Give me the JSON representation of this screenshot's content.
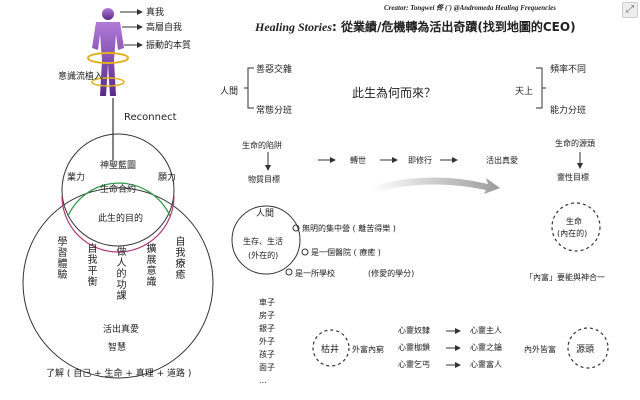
{
  "credit": "Creator: Tongwei 佟 (ˊ) @Andromeda Healing Frequencies",
  "title": {
    "italic": "Healing Stories",
    "rest": ": 從業績/危機轉為活出奇蹟(找到地圖的CEO)"
  },
  "figure": {
    "arrow_labels": [
      "真我",
      "高層自我",
      "振動的本質"
    ],
    "implant": "意識流植入"
  },
  "reconnect": "Reconnect",
  "circle": {
    "sacred_garden": "神聖藍圖",
    "contract": "生命合約",
    "power_left": "業力",
    "power_right": "願力",
    "purpose": "此生的目的",
    "columns": [
      "學習體驗",
      "自我平衡",
      "做人的功課",
      "擴展意識",
      "自我療癒"
    ],
    "live_out": "活出真愛",
    "wisdom": "智慧"
  },
  "formula": "了解 ( 自己 + 生命 + 真理 + 道路 )",
  "center": {
    "renjian": "人間",
    "good_evil": "善惡交雜",
    "normal_dist": "常態分班",
    "question": "此生為何而來？",
    "tianshang": "天上",
    "freq_diff": "頻率不同",
    "ability": "能力分班"
  },
  "flow": {
    "trap": "生命的陷阱",
    "material": "物質目標",
    "turn": "轉世",
    "practice": "即修行",
    "live_love": "活出真愛",
    "source": "生命的源頭",
    "spiritual": "靈性目標"
  },
  "earth": {
    "renjian": "人間",
    "survival": "生存、生活",
    "outer": "(外在的)",
    "items": [
      "無明的集中營 ( 離苦得樂 )",
      "是一個醫院 ( 療癒 )",
      "是一所學校"
    ],
    "school_note": "(修愛的學分)"
  },
  "life": {
    "line1": "生命",
    "line2": "(內在的)",
    "union": "「內富」要能與神合一"
  },
  "possessions": [
    "車子",
    "房子",
    "銀子",
    "外子",
    "孩子",
    "面子",
    "…"
  ],
  "bottom": {
    "kujing": "枯井",
    "outer_rich_inner_poor": "外富內窮",
    "rows": [
      {
        "from": "心靈奴隸",
        "to": "心靈主人"
      },
      {
        "from": "心靈枷鎖",
        "to": "心靈之鑰"
      },
      {
        "from": "心靈乞丐",
        "to": "心靈富人"
      }
    ],
    "inner_outer_rich": "內外皆富",
    "source": "源頭"
  }
}
